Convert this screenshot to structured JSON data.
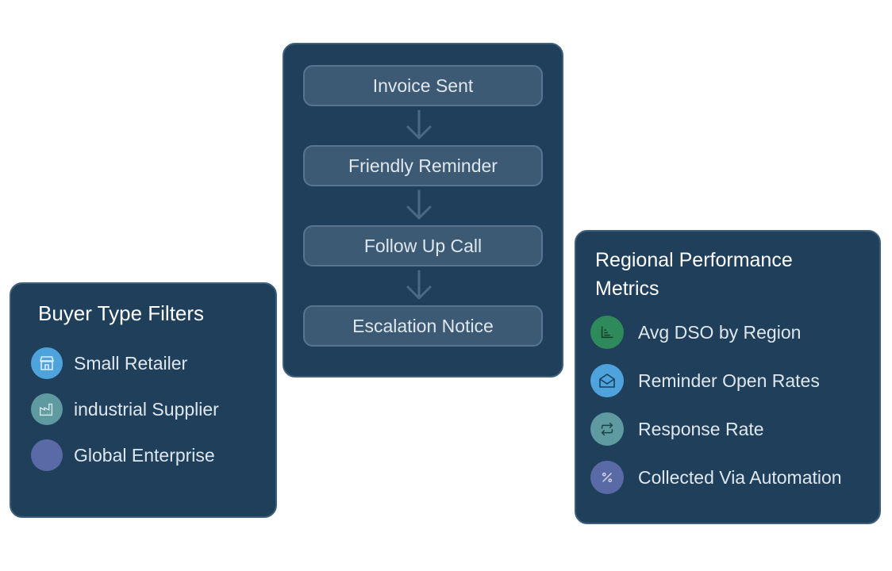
{
  "buyer_filters": {
    "title": "Buyer Type Filters",
    "items": [
      {
        "label": "Small Retailer",
        "icon": "store-icon",
        "color": "#4fa3dc"
      },
      {
        "label": "industrial Supplier",
        "icon": "factory-icon",
        "color": "#5e9aa0"
      },
      {
        "label": "Global Enterprise",
        "icon": "globe-icon",
        "color": "#5a6aa6"
      }
    ]
  },
  "flow": {
    "steps": [
      {
        "label": "Invoice Sent"
      },
      {
        "label": "Friendly Reminder"
      },
      {
        "label": "Follow Up Call"
      },
      {
        "label": "Escalation Notice"
      }
    ]
  },
  "metrics": {
    "title": "Regional Performance Metrics",
    "items": [
      {
        "label": "Avg DSO by Region",
        "icon": "bar-chart-icon",
        "color": "#2e8a5a"
      },
      {
        "label": "Reminder Open Rates",
        "icon": "open-envelope-icon",
        "color": "#4fa3dc"
      },
      {
        "label": "Response Rate",
        "icon": "repeat-arrows-icon",
        "color": "#5e9aa0"
      },
      {
        "label": "Collected Via Automation",
        "icon": "percent-icon",
        "color": "#5a6aa6"
      }
    ]
  }
}
